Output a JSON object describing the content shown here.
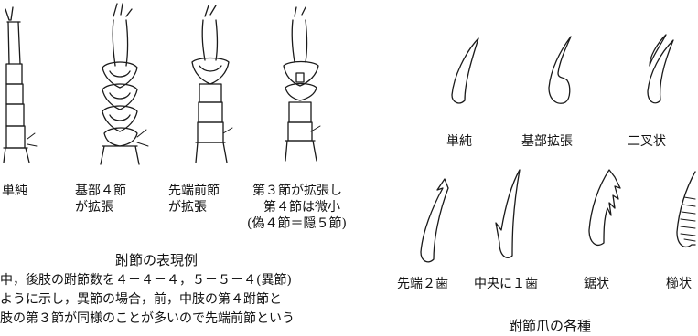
{
  "tarsus_figure": {
    "labels": {
      "simple": "単純",
      "basal4_line1": "基部４節",
      "basal4_line2": "が拡張",
      "apical_line1": "先端前節",
      "apical_line2": "が拡張",
      "third_line1": "第３節が拡張し",
      "third_line2": "第４節は微小",
      "third_line3": "(偽４節＝隠５節)"
    },
    "title": "跗節の表現例",
    "note_lines": [
      "中，後肢の跗節数を４－４－４，５－５－４(異節)",
      "ように示し，異節の場合，前，中肢の第４跗節と",
      "肢の第３節が同様のことが多いので先端前節という"
    ]
  },
  "claw_figure": {
    "labels": {
      "simple": "単純",
      "basal_expanded": "基部拡張",
      "bifid": "二叉状",
      "apical_2_teeth": "先端２歯",
      "central_1_tooth": "中央に１歯",
      "serrate": "鋸状",
      "pectinate": "櫛状"
    },
    "title": "跗節爪の各種"
  }
}
